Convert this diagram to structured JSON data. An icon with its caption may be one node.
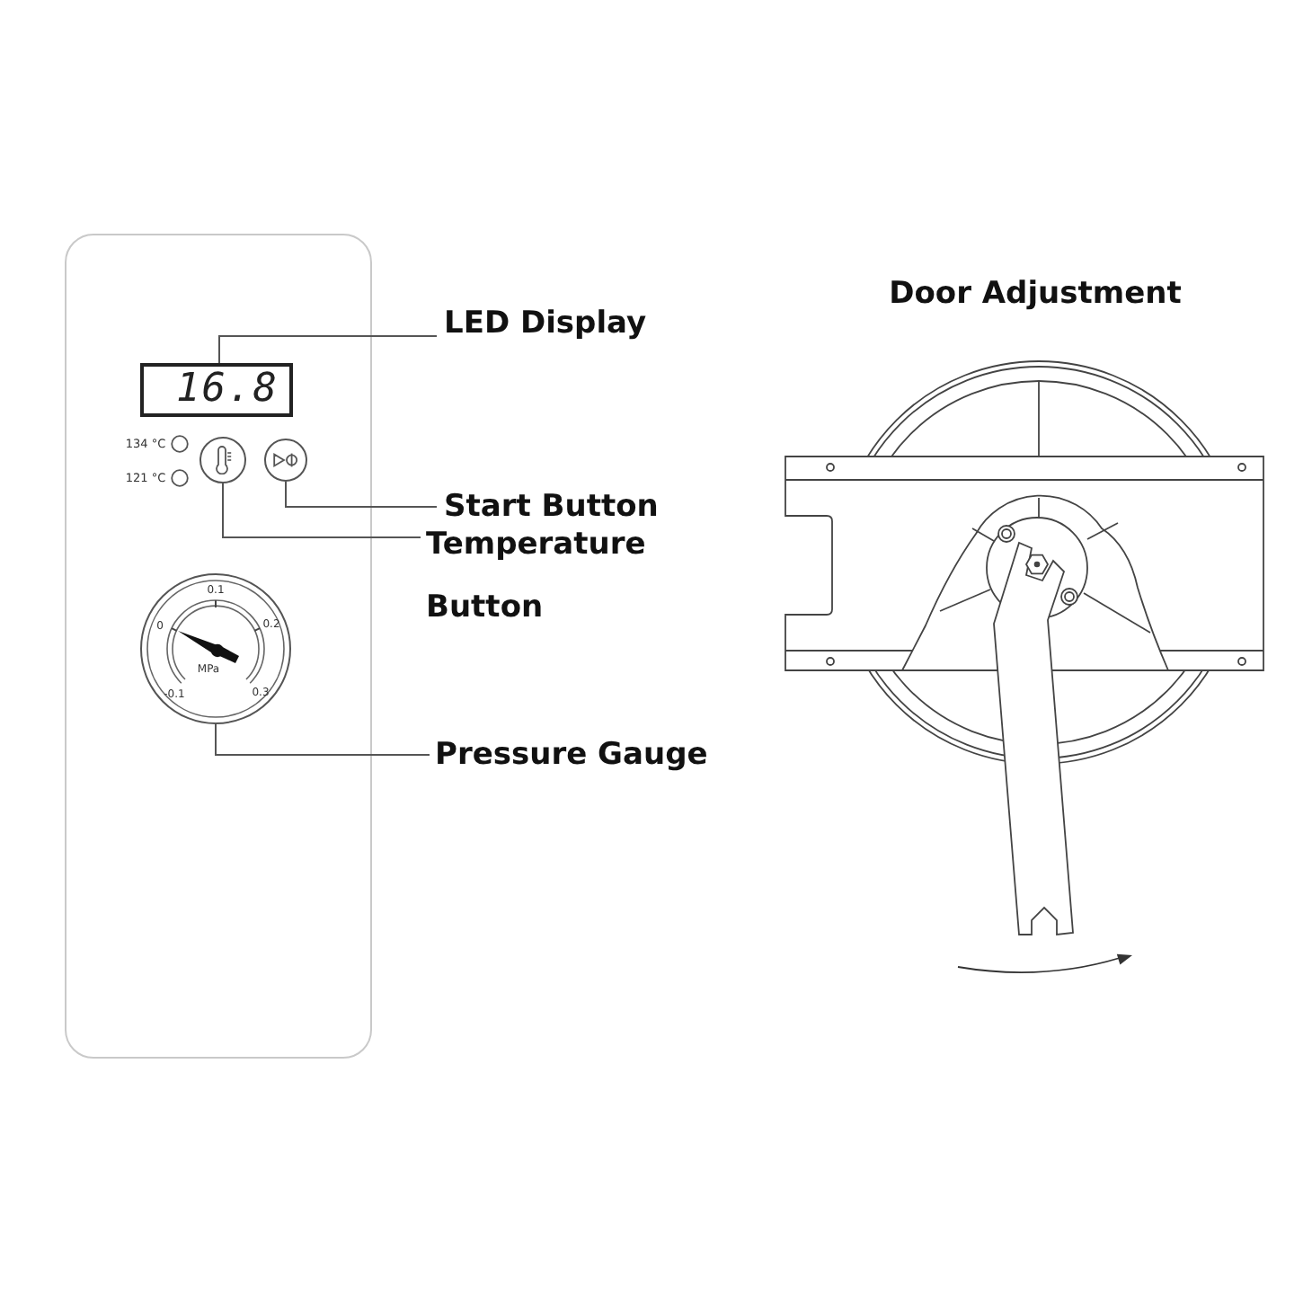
{
  "diagram": {
    "nodes": [
      {
        "text": [
          "LED Display"
        ]
      },
      {
        "text": [
          "16.8"
        ]
      },
      {
        "text": [
          "Start Button"
        ]
      },
      {
        "text": [],
        "shape": "circle"
      },
      {
        "text": [
          "Temperature Button"
        ]
      },
      {
        "text": [],
        "shape": "circle"
      },
      {
        "text": [
          "Pressure Gauge"
        ]
      },
      {
        "text": [],
        "shape": "circle"
      }
    ],
    "edges": [
      {
        "from": 0,
        "to": 1,
        "arrow": "none"
      },
      {
        "from": 2,
        "to": 3,
        "arrow": "none"
      },
      {
        "from": 4,
        "to": 5,
        "arrow": "none"
      },
      {
        "from": 6,
        "to": 7,
        "arrow": "none"
      }
    ],
    "labels": [
      "134 °C",
      "121 °C",
      "0.1",
      "0",
      "0.2",
      "-0.1",
      "0.3",
      "MPa",
      "Door Adjustment"
    ]
  }
}
